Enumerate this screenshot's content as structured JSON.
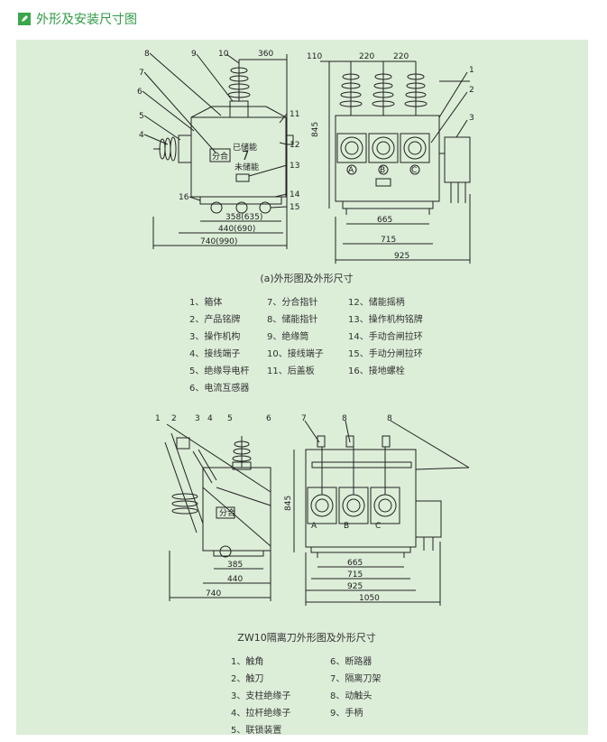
{
  "header": {
    "title": "外形及安装尺寸图"
  },
  "figure_a": {
    "caption": "(a)外形图及外形尺寸",
    "panel_labels": {
      "front": "分合",
      "charged": "已储能",
      "uncharged": "未储能",
      "pointer": "7"
    },
    "phase_labels": [
      "A",
      "B",
      "C"
    ],
    "side_dims": {
      "top": "360",
      "d1": "358(635)",
      "d2": "440(690)",
      "d3": "740(990)"
    },
    "front_dims": {
      "t1": "110",
      "t2": "220",
      "t3": "220",
      "height": "845",
      "w1": "665",
      "w2": "715",
      "w3": "925"
    },
    "callouts": [
      "1",
      "2",
      "3",
      "4",
      "5",
      "6",
      "7",
      "8",
      "9",
      "10",
      "11",
      "12",
      "13",
      "14",
      "15",
      "16"
    ],
    "legend": [
      [
        "1、箱体",
        "7、分合指针",
        "12、储能摇柄"
      ],
      [
        "2、产品铭牌",
        "8、储能指针",
        "13、操作机构铭牌"
      ],
      [
        "3、操作机构",
        "9、绝缘筒",
        "14、手动合闸拉环"
      ],
      [
        "4、接线端子",
        "10、接线端子",
        "15、手动分闸拉环"
      ],
      [
        "5、绝缘导电杆",
        "11、后盖板",
        "16、接地螺栓"
      ],
      [
        "6、电流互感器",
        "",
        ""
      ]
    ]
  },
  "figure_b": {
    "caption": "ZW10隔离刀外形图及外形尺寸",
    "panel_label": "分合",
    "phase_labels": [
      "A",
      "B",
      "C"
    ],
    "callouts": [
      "1",
      "2",
      "3",
      "4",
      "5",
      "6",
      "7",
      "8",
      "8"
    ],
    "side_dims": {
      "d1": "385",
      "d2": "440",
      "d3": "740"
    },
    "front_dims": {
      "height": "845",
      "w1": "665",
      "w2": "715",
      "w3": "925",
      "w4": "1050"
    },
    "legend": [
      [
        "1、触角",
        "6、断路器"
      ],
      [
        "2、触刀",
        "7、隔离刀架"
      ],
      [
        "3、支柱绝缘子",
        "8、动触头"
      ],
      [
        "4、拉杆绝缘子",
        "9、手柄"
      ],
      [
        "5、联锁装置",
        ""
      ]
    ]
  }
}
